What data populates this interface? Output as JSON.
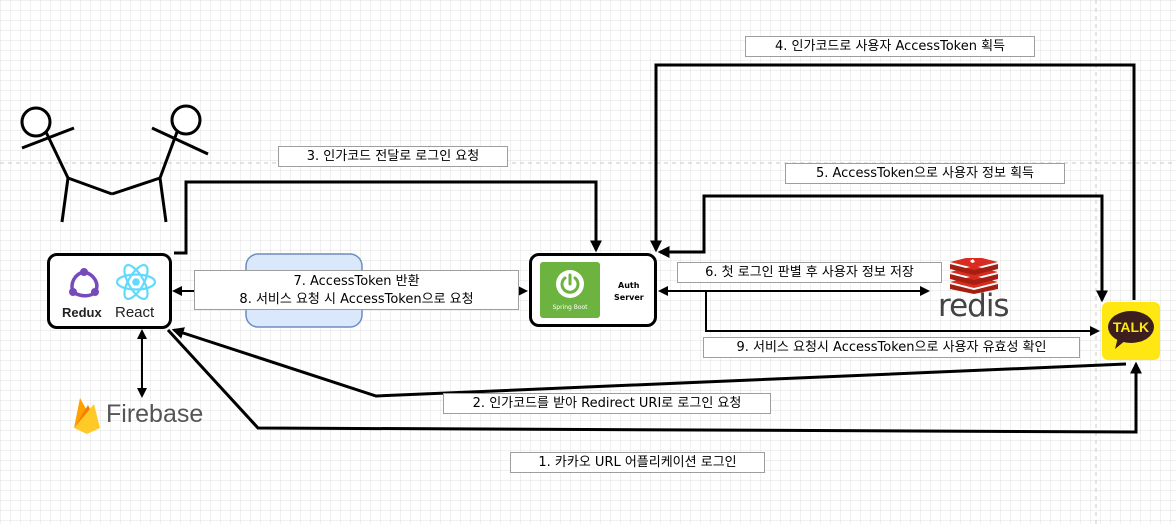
{
  "nodes": {
    "client": {
      "redux": "Redux",
      "react": "React"
    },
    "auth": {
      "spring_caption": "Spring Boot",
      "line1": "Auth",
      "line2": "Server"
    },
    "firebase": "Firebase",
    "redis": "redis",
    "kakao": "TALK"
  },
  "labels": {
    "step1": "1. 카카오 URL 어플리케이션 로그인",
    "step2": "2. 인가코드를 받아 Redirect URI로 로그인 요청",
    "step3": "3. 인가코드 전달로 로그인 요청",
    "step4": "4. 인가코드로 사용자 AccessToken 획득",
    "step5": "5. AccessToken으로 사용자 정보 획득",
    "step6": "6. 첫 로그인 판별 후 사용자 정보 저장",
    "step7": "7. AccessToken 반환",
    "step8": "8. 서비스 요청 시 AccessToken으로 요청",
    "step9": "9. 서비스 요청시 AccessToken으로 사용자 유효성 확인"
  },
  "colors": {
    "redux": "#764abc",
    "react": "#61dafb",
    "spring": "#6db33f",
    "firebase": "#ffa000",
    "redis": "#d82c20",
    "kakao": "#ffe812",
    "token_box_fill": "#dae8fc",
    "token_box_stroke": "#6c8ebf"
  }
}
